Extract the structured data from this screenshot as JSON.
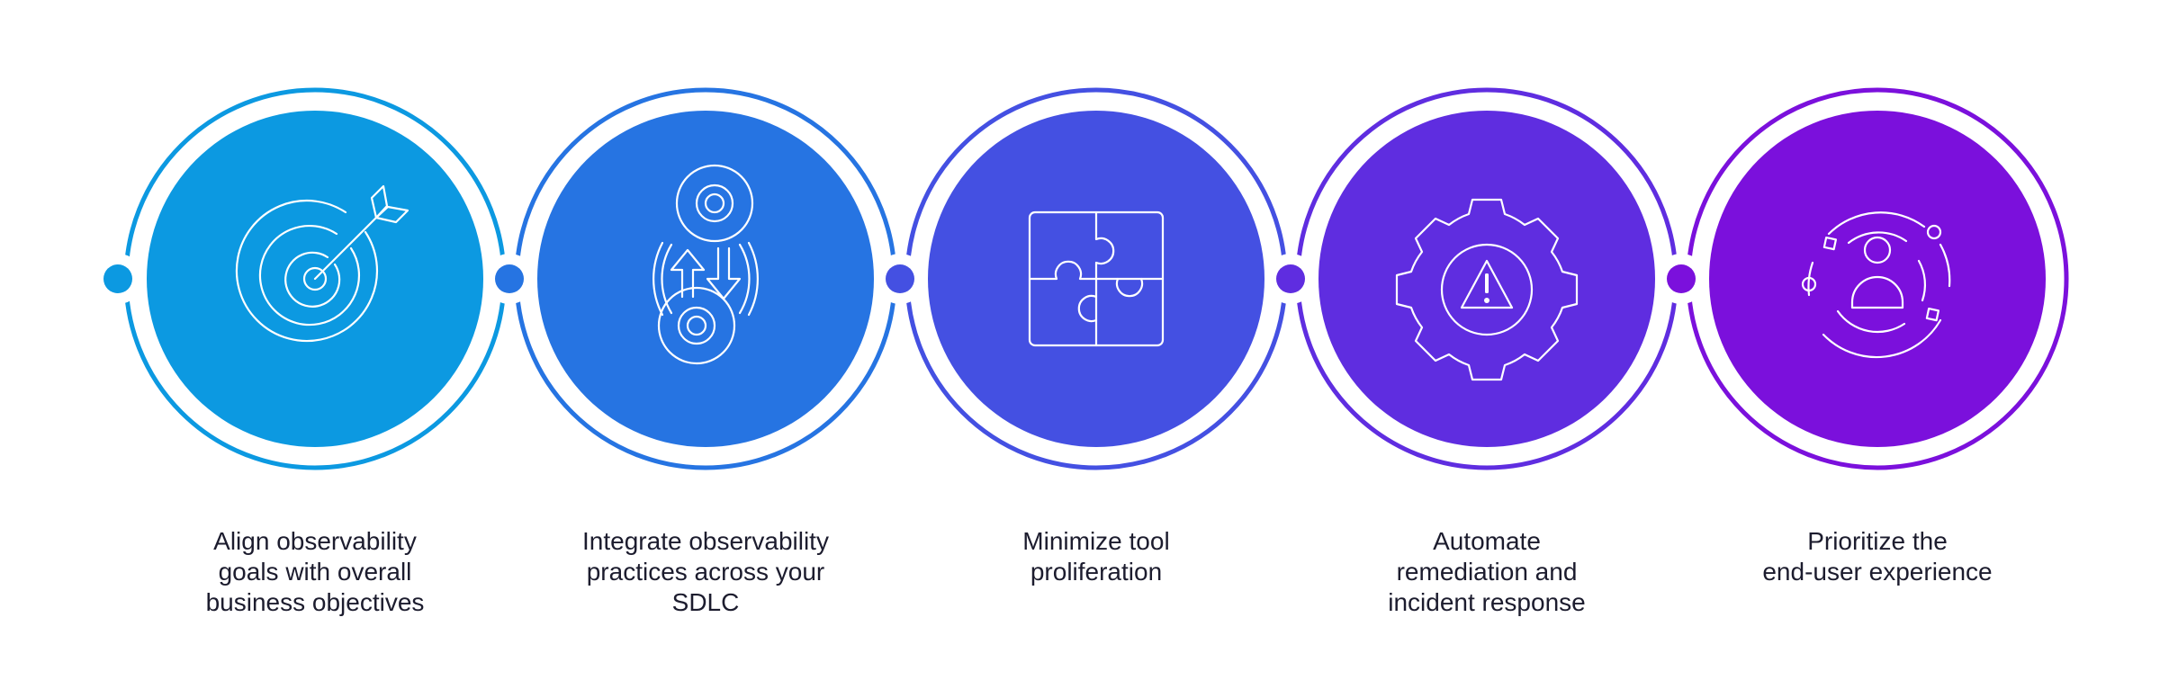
{
  "colors": {
    "background": "#ffffff",
    "text": "#1c1c2e",
    "icon_stroke": "#ffffff"
  },
  "steps": [
    {
      "icon": "target-arrow-icon",
      "color": "#0c99e1",
      "label_lines": [
        "Align observability",
        "goals with overall",
        "business objectives"
      ]
    },
    {
      "icon": "gears-cycle-icon",
      "color": "#2674e2",
      "label_lines": [
        "Integrate observability",
        "practices across your",
        "SDLC"
      ]
    },
    {
      "icon": "puzzle-icon",
      "color": "#4450e2",
      "label_lines": [
        "Minimize tool",
        "proliferation"
      ]
    },
    {
      "icon": "gear-alert-icon",
      "color": "#5f2de0",
      "label_lines": [
        "Automate",
        "remediation and",
        "incident response"
      ]
    },
    {
      "icon": "user-orbit-icon",
      "color": "#7b10dc",
      "label_lines": [
        "Prioritize the",
        "end-user experience"
      ]
    }
  ]
}
